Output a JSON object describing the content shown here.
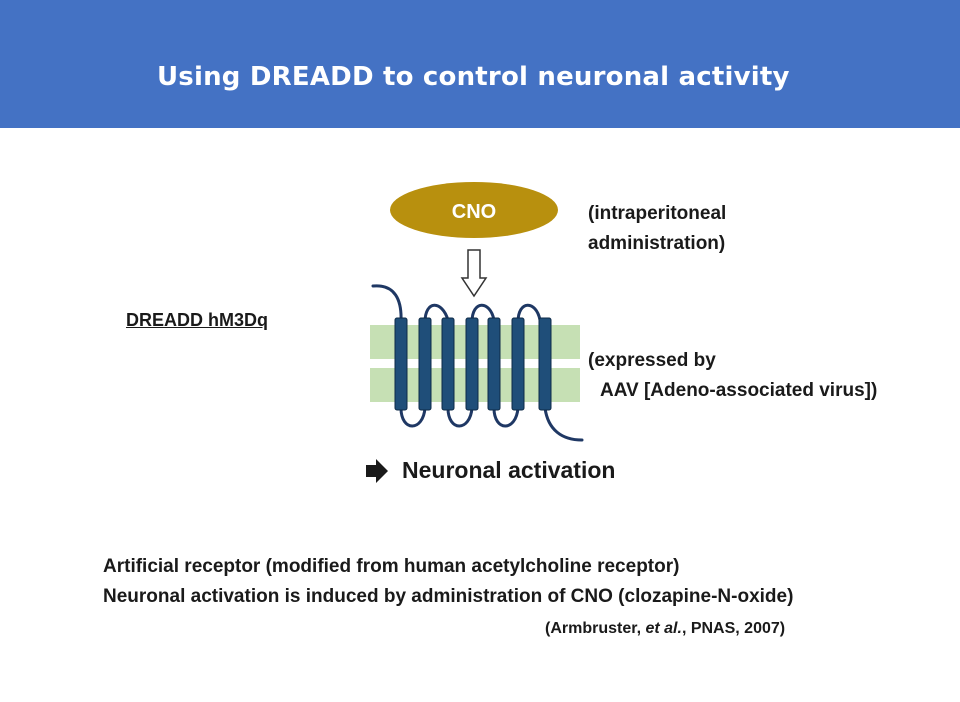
{
  "slide": {
    "title": "Using DREADD to control neuronal activity"
  },
  "diagram": {
    "ligand_label": "CNO",
    "receptor_label": "DREADD hM3Dq",
    "route_note": [
      "(intraperitoneal",
      "administration)"
    ],
    "expression_note": [
      "(expressed by",
      "AAV [Adeno-associated virus])"
    ],
    "outcome_label": "Neuronal activation",
    "outcome_arrow_glyph": "🡆"
  },
  "description": {
    "line1": "Artificial receptor (modified from human acetylcholine receptor)",
    "line2": "Neuronal activation is induced by administration of CNO (clozapine-N-oxide)"
  },
  "citation": {
    "open": "(Armbruster, ",
    "etal": "et al.",
    "rest": ", PNAS, 2007)"
  },
  "colors": {
    "header": "#4472c4",
    "ligand": "#b8900e",
    "membrane": "#c6e0b4",
    "helix": "#1f4e79",
    "loop": "#1f3864"
  }
}
